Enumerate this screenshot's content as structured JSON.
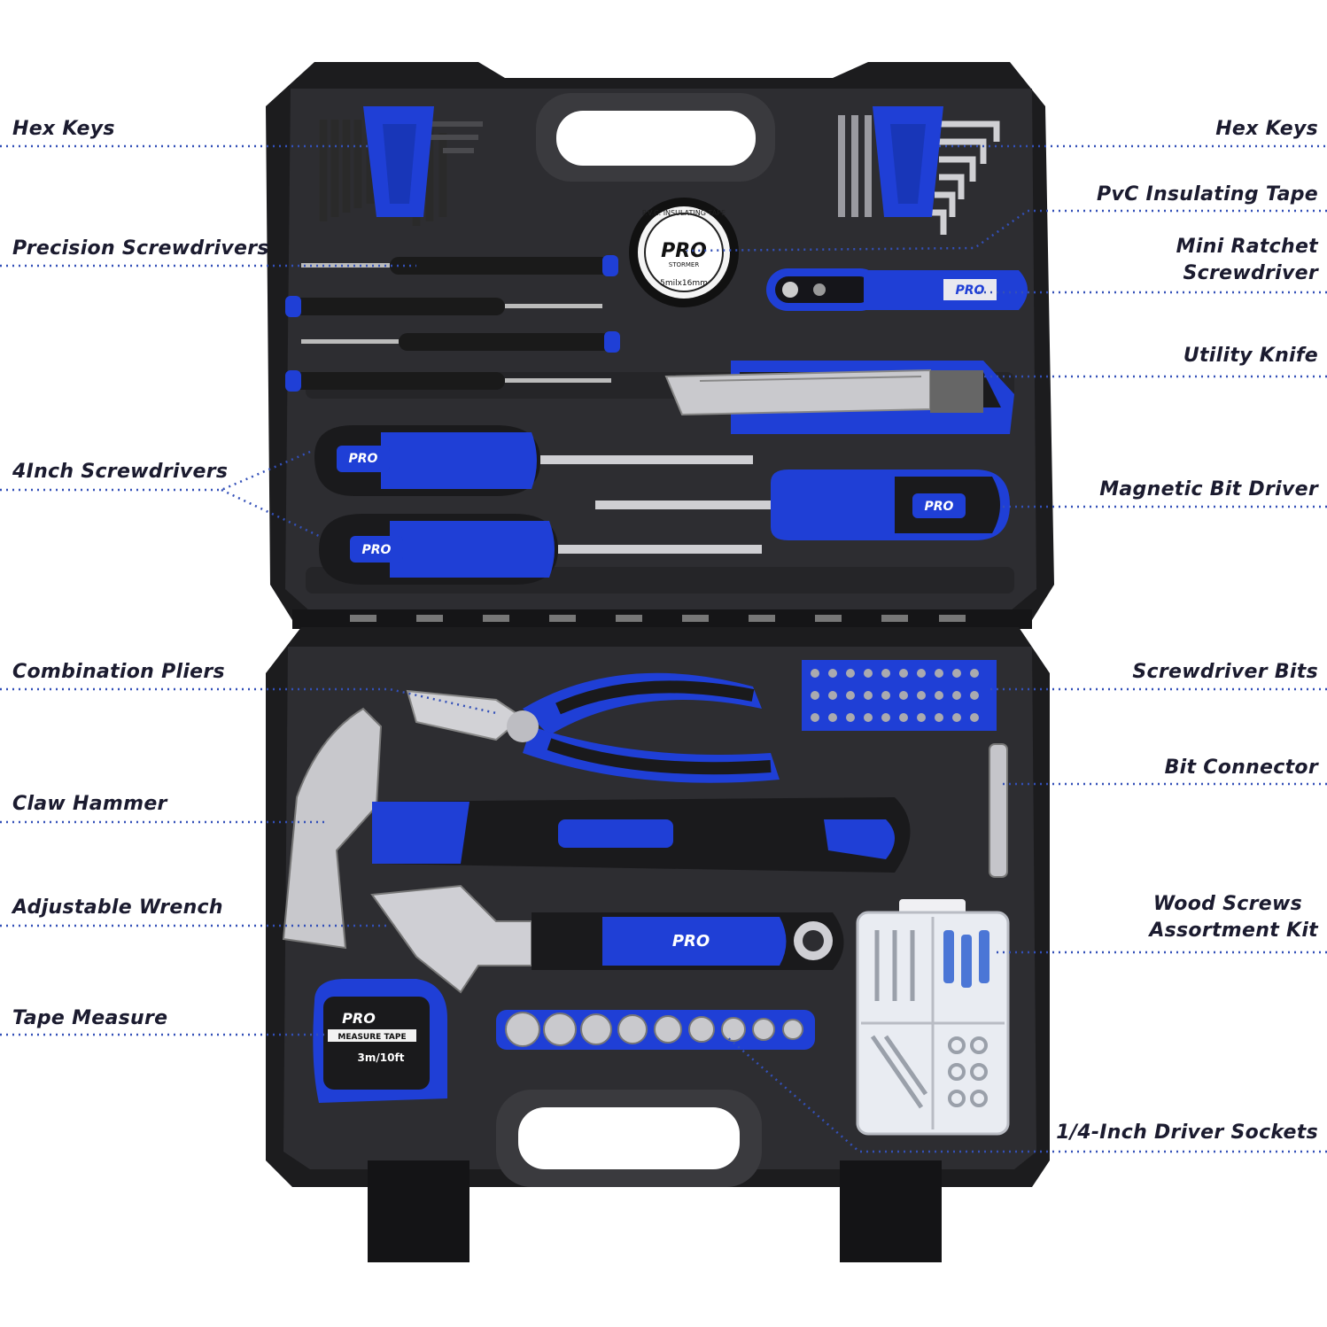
{
  "labels_left": [
    "Hex Keys",
    "Precision Screwdrivers",
    "4Inch Screwdrivers",
    "Combination Pliers",
    "Claw Hammer",
    "Adjustable Wrench",
    "Tape Measure"
  ],
  "labels_right": [
    "Hex Keys",
    "PvC Insulating Tape",
    "Mini Ratchet",
    "Screwdriver",
    "Utility Knife",
    "Magnetic Bit Driver",
    "Screwdriver Bits",
    "Bit Connector",
    "Wood Screws",
    "Assortment Kit",
    "1/4-Inch Driver Sockets"
  ],
  "branding": {
    "logo_top": "PRO",
    "logo_bottom": "STORMER",
    "tape_roll_ring": "P.V.C. INSULATING TAPE",
    "tape_roll_size": "5milx16mm",
    "tape_measure_label": "MEASURE TAPE",
    "tape_measure_size": "3m/10ft"
  },
  "colors": {
    "accent_blue": "#1f3fd6",
    "case_black": "#1c1c1e",
    "tray_gray": "#2f2f33",
    "leader_line": "#3350b8",
    "label_text": "#1b1b2f"
  }
}
